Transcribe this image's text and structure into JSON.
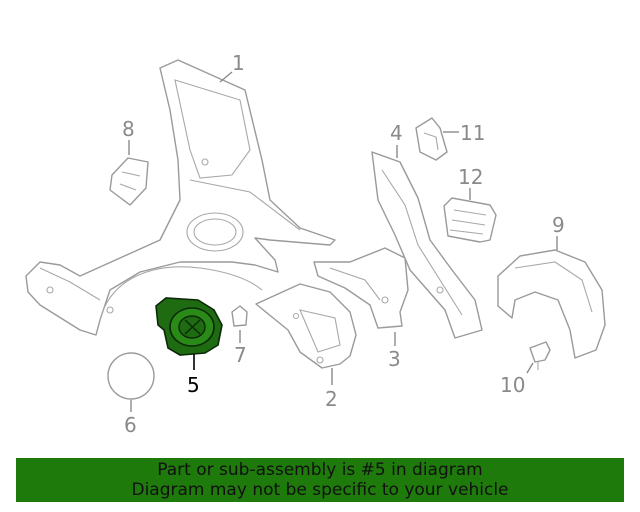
{
  "diagram": {
    "callouts": {
      "c1": "1",
      "c2": "2",
      "c3": "3",
      "c4": "4",
      "c5": "5",
      "c6": "6",
      "c7": "7",
      "c8": "8",
      "c9": "9",
      "c10": "10",
      "c11": "11",
      "c12": "12"
    },
    "highlight_color": "#1e6b12",
    "highlighted_part": "5"
  },
  "banner": {
    "line1": "Part or sub-assembly is #5 in diagram",
    "line2": "Diagram may not be specific to your vehicle",
    "background": "#1f7a0c"
  }
}
